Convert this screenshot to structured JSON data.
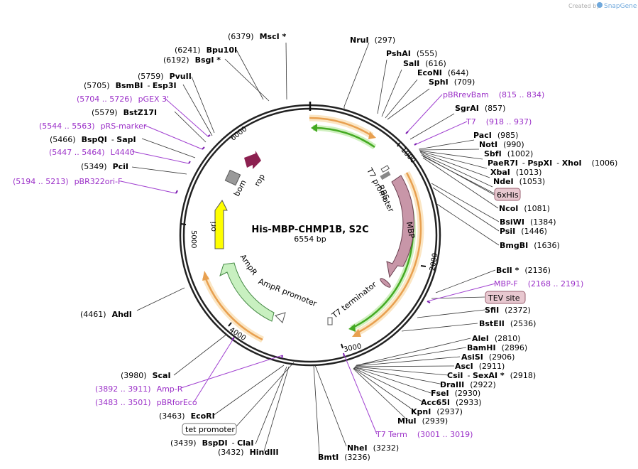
{
  "watermark": {
    "prefix": "Created by",
    "brand": "SnapGene"
  },
  "plasmid": {
    "name": "His-MBP-CHMP1B, S2C",
    "length": "6554 bp"
  },
  "ruler": [
    "1000",
    "2000",
    "3000",
    "4000",
    "5000",
    "6000"
  ],
  "features": {
    "t7_promoter": "T7 promoter",
    "rbs": "RBS",
    "mbp": "MBP",
    "t7_terminator": "T7 terminator",
    "ampr": "AmpR",
    "ampr_promoter": "AmpR promoter",
    "ori": "ori",
    "bom": "bom",
    "rop": "rop"
  },
  "sites": {
    "nrui": {
      "name": "NruI",
      "pos": "(297)"
    },
    "pshai": {
      "name": "PshAI",
      "pos": "(555)"
    },
    "sali": {
      "name": "SalI",
      "pos": "(616)"
    },
    "econi": {
      "name": "EcoNI",
      "pos": "(644)"
    },
    "sphi": {
      "name": "SphI",
      "pos": "(709)"
    },
    "sgrai": {
      "name": "SgrAI",
      "pos": "(857)"
    },
    "paci": {
      "name": "PacI",
      "pos": "(985)"
    },
    "noti": {
      "name": "NotI",
      "pos": "(990)"
    },
    "sbfi": {
      "name": "SbfI",
      "pos": "(1002)"
    },
    "paer7i": {
      "name": "PaeR7I",
      "sep1": "- ",
      "name2": "PspXI",
      "sep2": "- ",
      "name3": "XhoI",
      "pos": "(1006)"
    },
    "xbai": {
      "name": "XbaI",
      "pos": "(1013)"
    },
    "ndei": {
      "name": "NdeI",
      "pos": "(1053)"
    },
    "ncoi": {
      "name": "NcoI",
      "pos": "(1081)"
    },
    "bsiwi": {
      "name": "BsiWI",
      "pos": "(1384)"
    },
    "psii": {
      "name": "PsiI",
      "pos": "(1446)"
    },
    "bmgbi": {
      "name": "BmgBI",
      "pos": "(1636)"
    },
    "bcli": {
      "name": "BclI *",
      "pos": "(2136)"
    },
    "sfii": {
      "name": "SfiI",
      "pos": "(2372)"
    },
    "bsteii": {
      "name": "BstEII",
      "pos": "(2536)"
    },
    "alei": {
      "name": "AleI",
      "pos": "(2810)"
    },
    "bamhi": {
      "name": "BamHI",
      "pos": "(2896)"
    },
    "asisi": {
      "name": "AsiSI",
      "pos": "(2906)"
    },
    "asci": {
      "name": "AscI",
      "pos": "(2911)"
    },
    "csii": {
      "name": "CsiI",
      "sep": "- ",
      "name2": "SexAI *",
      "pos": "(2918)"
    },
    "draiii": {
      "name": "DraIII",
      "pos": "(2922)"
    },
    "fsei": {
      "name": "FseI",
      "pos": "(2930)"
    },
    "acc65i": {
      "name": "Acc65I",
      "pos": "(2933)"
    },
    "kpni": {
      "name": "KpnI",
      "pos": "(2937)"
    },
    "mlui": {
      "name": "MluI",
      "pos": "(2939)"
    },
    "nhei": {
      "name": "NheI",
      "pos": "(3232)"
    },
    "bmti": {
      "name": "BmtI",
      "pos": "(3236)"
    },
    "hindiii": {
      "name": "HindIII",
      "pos": "(3432)"
    },
    "bspdi": {
      "name": "BspDI",
      "sep": "- ",
      "name2": "ClaI",
      "pos": "(3439)"
    },
    "ecori": {
      "name": "EcoRI",
      "pos": "(3463)"
    },
    "scai": {
      "name": "ScaI",
      "pos": "(3980)"
    },
    "ahdi": {
      "name": "AhdI",
      "pos": "(4461)"
    },
    "pcii": {
      "name": "PciI",
      "pos": "(5349)"
    },
    "bspqi": {
      "name": "BspQI",
      "sep": "- ",
      "name2": "SapI",
      "pos": "(5466)"
    },
    "bstz17i": {
      "name": "BstZ17I",
      "pos": "(5579)"
    },
    "bsmbi": {
      "name": "BsmBI",
      "sep": "- ",
      "name2": "Esp3I",
      "pos": "(5705)"
    },
    "pvuii": {
      "name": "PvuII",
      "pos": "(5759)"
    },
    "bsgi": {
      "name": "BsgI *",
      "pos": "(6192)"
    },
    "bpu10i": {
      "name": "Bpu10I",
      "pos": "(6241)"
    },
    "msci": {
      "name": "MscI *",
      "pos": "(6379)"
    }
  },
  "primers": {
    "pbrrevbam": {
      "name": "pBRrevBam",
      "range": "(815 .. 834)"
    },
    "t7": {
      "name": "T7",
      "range": "(918 .. 937)"
    },
    "mbpf": {
      "name": "MBP-F",
      "range": "(2168 .. 2191)"
    },
    "t7term": {
      "name": "T7 Term",
      "range": "(3001 .. 3019)"
    },
    "ampr": {
      "name": "Amp-R",
      "range": "(3892 .. 3911)"
    },
    "pbrforeco": {
      "name": "pBRforEco",
      "range": "(3483 .. 3501)"
    },
    "pbr322ori": {
      "name": "pBR322ori-F",
      "range": "(5194 .. 5213)"
    },
    "l4440": {
      "name": "L4440",
      "range": "(5447 .. 5464)"
    },
    "prsmarker": {
      "name": "pRS-marker",
      "range": "(5544 .. 5563)"
    },
    "pgex3": {
      "name": "pGEX 3'",
      "range": "(5704 .. 5726)"
    }
  },
  "boxes": {
    "his": "6xHis",
    "tev": "TEV site",
    "tetpromoter": "tet promoter"
  },
  "colors": {
    "mbp": "#c896a8",
    "ampr": "#c8f0c0",
    "ori": "#ffff00",
    "rop": "#8c2050",
    "bom": "#999999",
    "primer": "#9b30c8",
    "orf": "#e8a050",
    "green_orf": "#44aa22"
  }
}
